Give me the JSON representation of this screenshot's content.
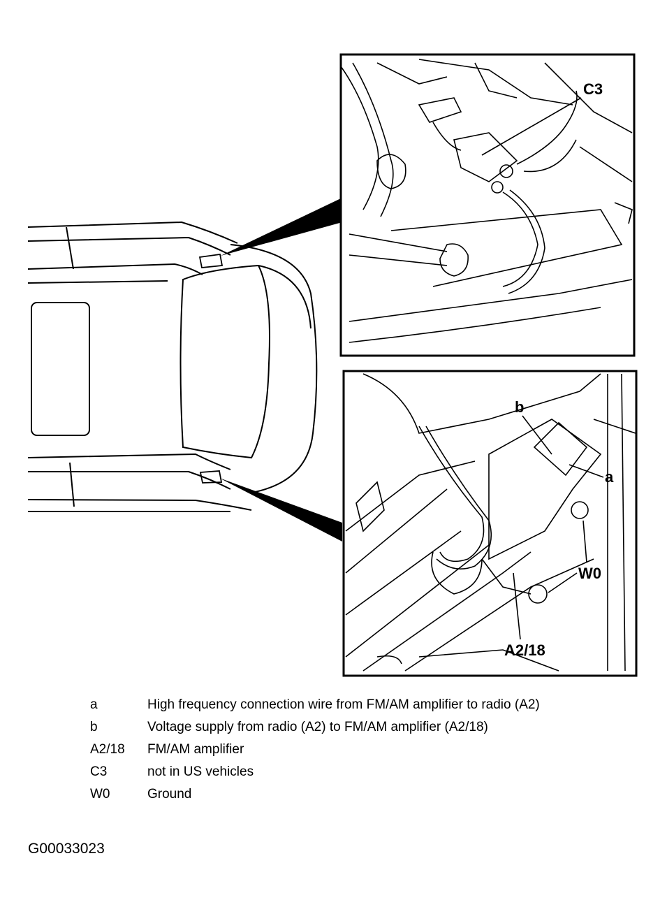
{
  "callouts": {
    "c3": "C3",
    "b": "b",
    "a": "a",
    "w0": "W0",
    "a2_18": "A2/18"
  },
  "legend": [
    {
      "key": "a",
      "desc": "High frequency connection wire from FM/AM amplifier to radio (A2)"
    },
    {
      "key": "b",
      "desc": "Voltage supply from radio (A2) to FM/AM amplifier (A2/18)"
    },
    {
      "key": "A2/18",
      "desc": "FM/AM amplifier"
    },
    {
      "key": "C3",
      "desc": "not in US vehicles"
    },
    {
      "key": "W0",
      "desc": "Ground"
    }
  ],
  "figure_id": "G00033023"
}
